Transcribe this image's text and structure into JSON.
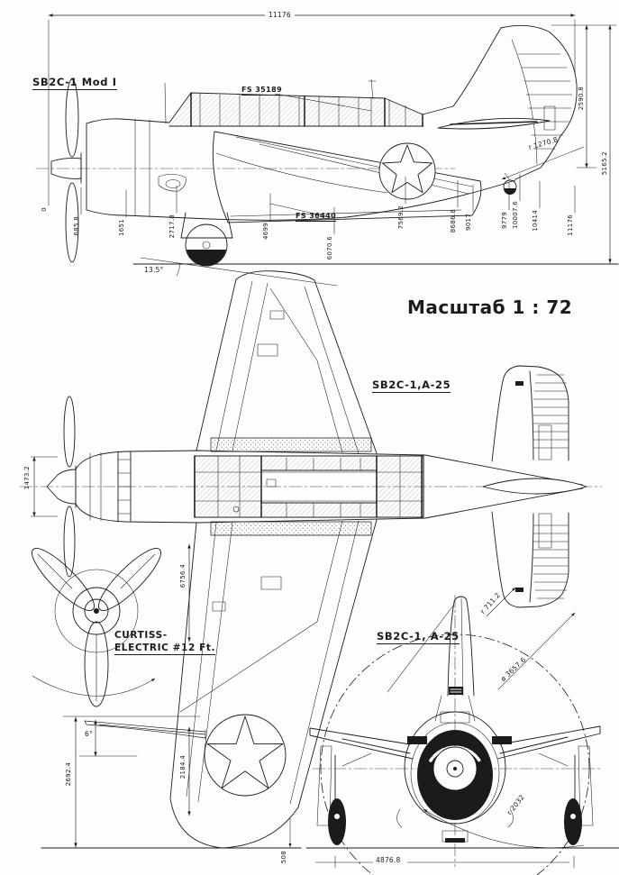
{
  "scale_title": "Масштаб 1 : 72",
  "side_view": {
    "label": "SB2C-1 Mod I",
    "length_dim": "11176",
    "fin_height_dim": "2590.8",
    "overall_height_dim": "5165.2",
    "tail_radius": "r 1270.8",
    "fs_canopy": "FS 35189",
    "fs_wing": "FS 36440",
    "ground_angle": "13.5°",
    "stations": [
      "0",
      "685.8",
      "1651",
      "2717.8",
      "4699",
      "6070.6",
      "7569.2",
      "8686.8",
      "9017",
      "9779",
      "10007.6",
      "10414",
      "11176"
    ]
  },
  "plan_view": {
    "label": "SB2C-1,A-25",
    "nose_width_dim": "1473.2",
    "span_station_dim": "6756.4",
    "stab_tip_radius": "r 711.2"
  },
  "propeller": {
    "maker_line1": "CURTISS-",
    "maker_line2": "ELECTRIC #12 Ft."
  },
  "wing_front_detail": {
    "height_dim": "2692.4",
    "dihedral_angle": "6°",
    "tip_height_dim": "2184.4",
    "clearance_dim": "508"
  },
  "front_view": {
    "label": "SB2C-1, A-25",
    "prop_diameter": "ø 3657.6",
    "gear_radius": "r 2032",
    "track_dim": "4876.8"
  },
  "colors": {
    "ink": "#1b1b1b",
    "paper": "#fdfdfc"
  }
}
